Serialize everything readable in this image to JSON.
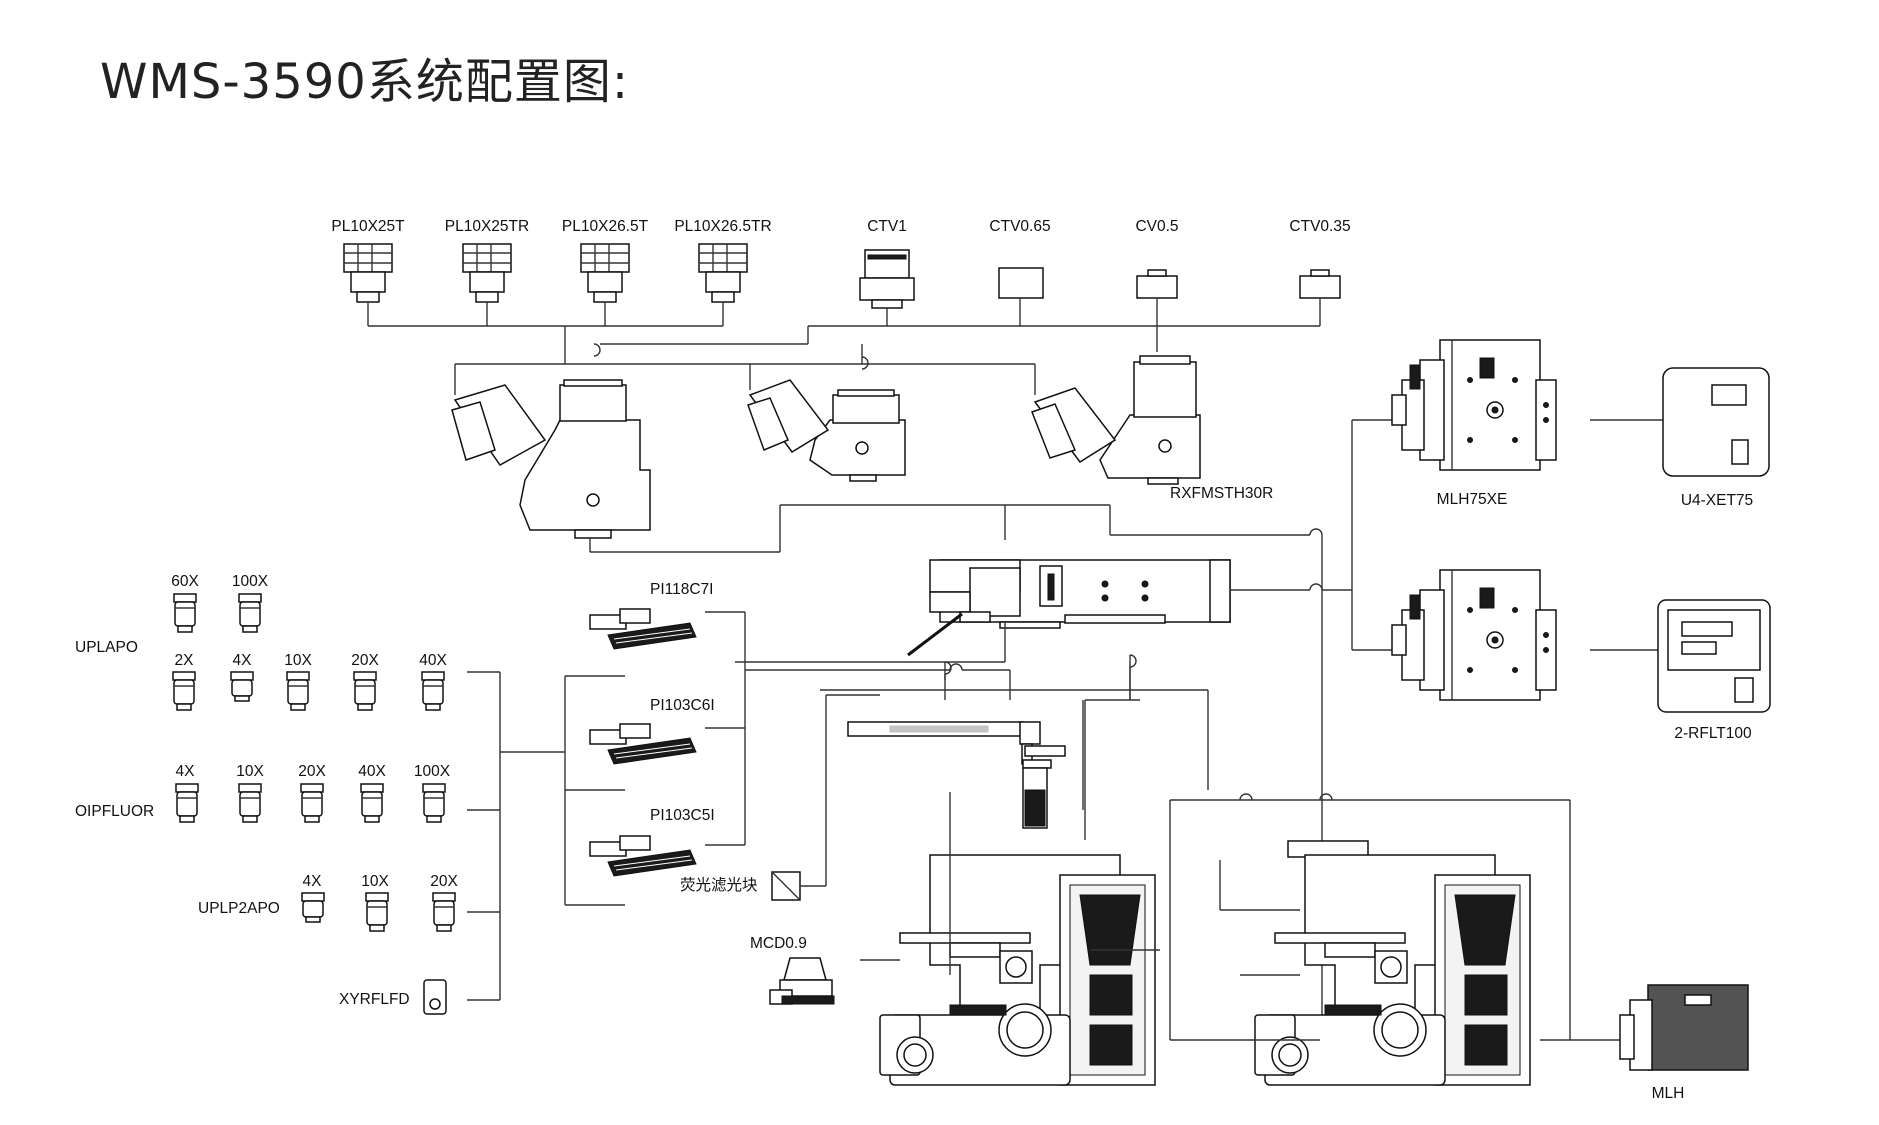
{
  "title": "WMS-3590系统配置图:",
  "eyepieces": [
    "PL10X25T",
    "PL10X25TR",
    "PL10X26.5T",
    "PL10X26.5TR"
  ],
  "adapters": [
    "CTV1",
    "CTV0.65",
    "CV0.5",
    "CTV0.35"
  ],
  "head_label": "RXFMSTH30R",
  "lamp_houses": [
    "MLH75XE",
    "U4-XET75",
    "2-RFLT100"
  ],
  "objectives": {
    "uplapo": {
      "name": "UPLAPO",
      "mags": [
        "60X",
        "100X",
        "2X",
        "4X",
        "10X",
        "20X",
        "40X"
      ]
    },
    "oipfluor": {
      "name": "OIPFLUOR",
      "mags": [
        "4X",
        "10X",
        "20X",
        "40X",
        "100X"
      ]
    },
    "uplp2apo": {
      "name": "UPLP2APO",
      "mags": [
        "4X",
        "10X",
        "20X"
      ]
    },
    "xyrflfd": {
      "name": "XYRFLFD"
    }
  },
  "nosepieces": [
    "PI118C7I",
    "PI103C6I",
    "PI103C5I"
  ],
  "filter_cube": "荧光滤光块",
  "condenser": "MCD0.9",
  "light_source": "MLH"
}
